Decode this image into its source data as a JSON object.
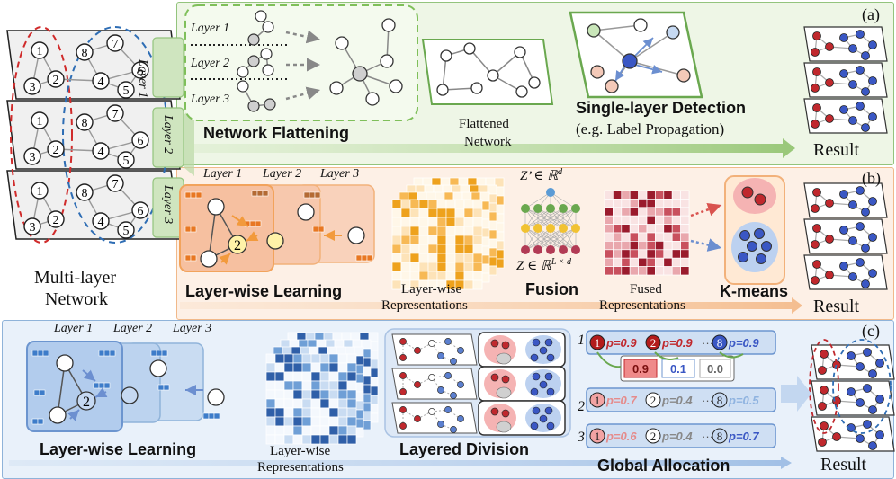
{
  "panels": {
    "a": "(a)",
    "b": "(b)",
    "c": "(c)"
  },
  "left": {
    "title_line1": "Multi-layer",
    "title_line2": "Network",
    "layer_tabs": [
      "Layer 1",
      "Layer 2",
      "Layer 3"
    ]
  },
  "panel_a": {
    "layer_labels": [
      "Layer 1",
      "Layer 2",
      "Layer 3"
    ],
    "flattening": "Network Flattening",
    "flattened_line1": "Flattened",
    "flattened_line2": "Network",
    "detection": "Single-layer Detection",
    "detection_sub": "(e.g. Label Propagation)",
    "result": "Result"
  },
  "panel_b": {
    "layer_labels": [
      "Layer 1",
      "Layer 2",
      "Layer 3"
    ],
    "learning": "Layer-wise Learning",
    "reps_line1": "Layer-wise",
    "reps_line2": "Representations",
    "z_prime": "Z’ ∈ ℝ",
    "z_prime_sup": "d",
    "z": "Z ∈ ℝ",
    "z_sup": "L × d",
    "fusion": "Fusion",
    "fused_line1": "Fused",
    "fused_line2": "Representations",
    "kmeans": "K-means",
    "result": "Result"
  },
  "panel_c": {
    "layer_labels": [
      "Layer 1",
      "Layer 2",
      "Layer 3"
    ],
    "learning": "Layer-wise Learning",
    "reps_line1": "Layer-wise",
    "reps_line2": "Representations",
    "division": "Layered Division",
    "allocation": "Global Allocation",
    "result": "Result",
    "rows": [
      {
        "idx": "1",
        "items": [
          {
            "node": "1",
            "p": "p=0.9"
          },
          {
            "node": "2",
            "p": "p=0.9"
          },
          {
            "node": "8",
            "p": "p=0.9"
          }
        ]
      },
      {
        "idx": "2",
        "items": [
          {
            "node": "1",
            "p": "p=0.7"
          },
          {
            "node": "2",
            "p": "p=0.4"
          },
          {
            "node": "8",
            "p": "p=0.5"
          }
        ]
      },
      {
        "idx": "3",
        "items": [
          {
            "node": "1",
            "p": "p=0.6"
          },
          {
            "node": "2",
            "p": "p=0.4"
          },
          {
            "node": "8",
            "p": "p=0.7"
          }
        ]
      }
    ],
    "ellipsis": "···",
    "dist_values": [
      "0.9",
      "0.1",
      "0.0"
    ]
  },
  "colors": {
    "red": "#c0282d",
    "blue": "#2e6db4",
    "green": "#6aa84f",
    "orange": "#f29a3c",
    "node_blue": "#3a57c4"
  }
}
